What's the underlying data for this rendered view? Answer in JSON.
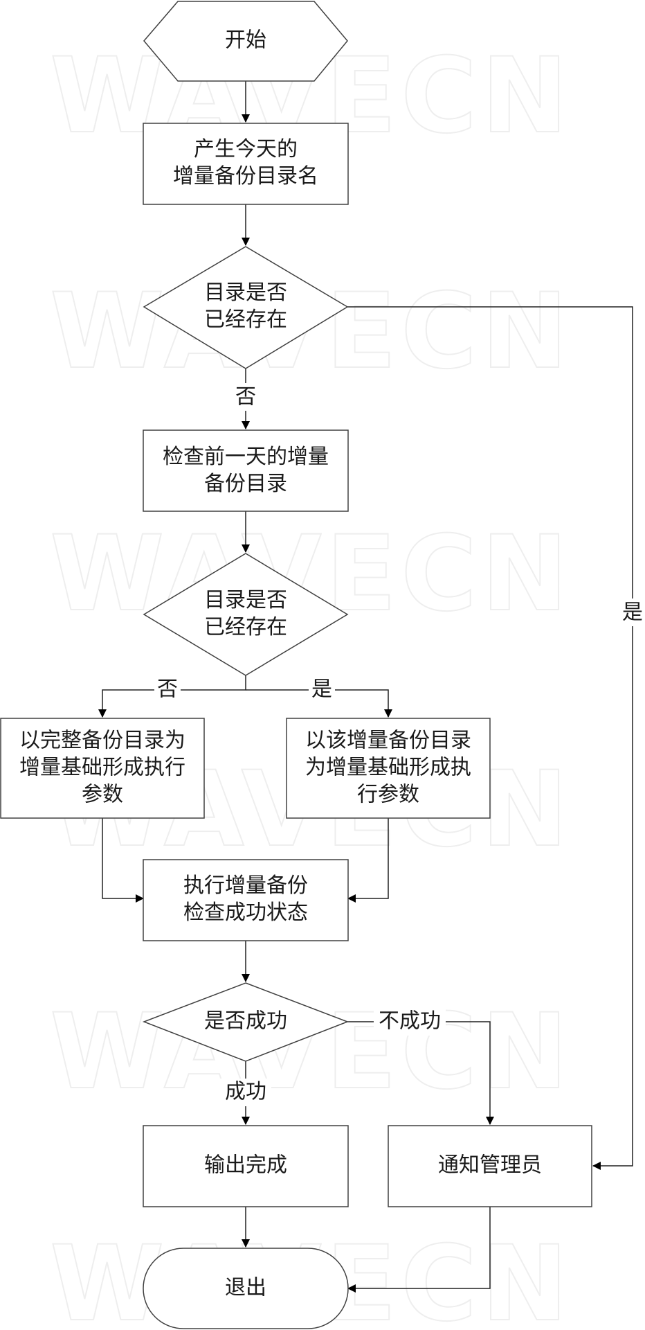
{
  "watermark": "WAVECN",
  "nodes": {
    "start": {
      "lines": [
        "开始"
      ]
    },
    "gen_dir_name": {
      "lines": [
        "产生今天的",
        "增量备份目录名"
      ]
    },
    "dir_exists_1": {
      "lines": [
        "目录是否",
        "已经存在"
      ]
    },
    "check_prev": {
      "lines": [
        "检查前一天的增量",
        "备份目录"
      ]
    },
    "dir_exists_2": {
      "lines": [
        "目录是否",
        "已经存在"
      ]
    },
    "full_base": {
      "lines": [
        "以完整备份目录为",
        "增量基础形成执行",
        "参数"
      ]
    },
    "incr_base": {
      "lines": [
        "以该增量备份目录",
        "为增量基础形成执",
        "行参数"
      ]
    },
    "exec_check": {
      "lines": [
        "执行增量备份",
        "检查成功状态"
      ]
    },
    "success_q": {
      "lines": [
        "是否成功"
      ]
    },
    "output_done": {
      "lines": [
        "输出完成"
      ]
    },
    "notify_admin": {
      "lines": [
        "通知管理员"
      ]
    },
    "exit": {
      "lines": [
        "退出"
      ]
    }
  },
  "edges": {
    "no_1": "否",
    "yes_1": "是",
    "no_2": "否",
    "yes_2": "是",
    "fail": "不成功",
    "success": "成功"
  }
}
